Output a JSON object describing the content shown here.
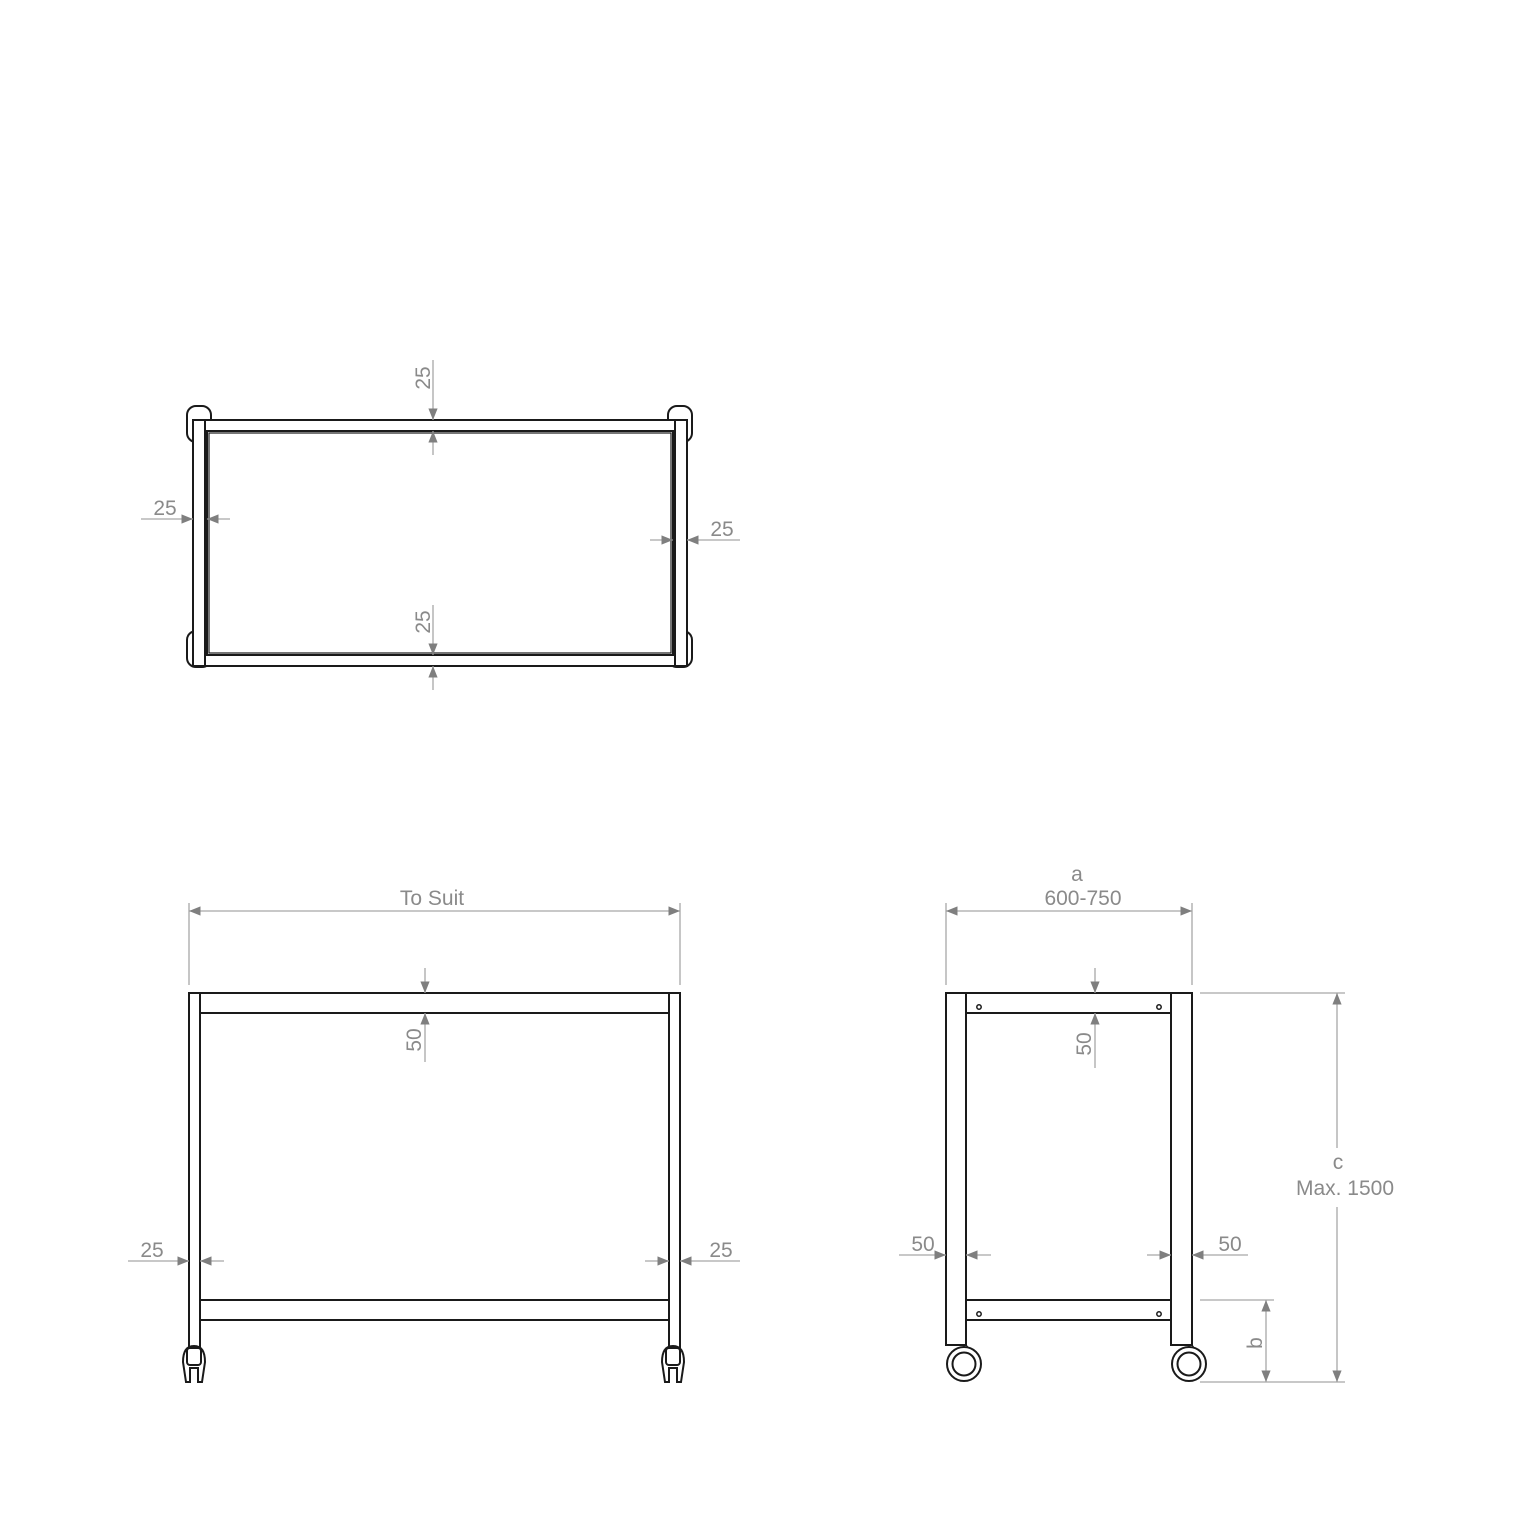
{
  "drawing": {
    "type": "technical drawing - mobile trolley frame",
    "line_color": "#1a1a1a",
    "dimension_color": "#8a8a8a",
    "views": {
      "plan": {
        "dims": {
          "top_rail": "25",
          "bottom_rail": "25",
          "left_leg": "25",
          "right_leg": "25"
        }
      },
      "front": {
        "dims": {
          "overall_width": "To Suit",
          "top_rail_height": "50",
          "left_leg": "25",
          "right_leg": "25"
        }
      },
      "side": {
        "dims": {
          "depth_label": "a",
          "depth_value": "600-750",
          "top_rail_height": "50",
          "left_leg": "50",
          "right_leg": "50",
          "lower_shelf_label": "b",
          "height_label": "c",
          "height_value": "Max. 1500"
        }
      }
    }
  }
}
